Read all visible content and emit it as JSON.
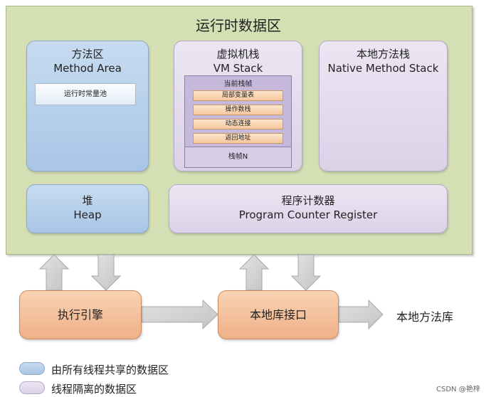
{
  "runtime_area": {
    "title": "运行时数据区"
  },
  "method_area": {
    "cn": "方法区",
    "en": "Method Area",
    "pool": "运行时常量池"
  },
  "vm_stack": {
    "cn": "虚拟机栈",
    "en": "VM Stack",
    "current_frame": "当前栈帧",
    "slots": [
      "局部变量表",
      "操作数栈",
      "动态连接",
      "返回地址"
    ],
    "frame_n": "栈帧N"
  },
  "native_stack": {
    "cn": "本地方法栈",
    "en": "Native Method Stack"
  },
  "heap": {
    "cn": "堆",
    "en": "Heap"
  },
  "pc_register": {
    "cn": "程序计数器",
    "en": "Program Counter Register"
  },
  "execution_engine": {
    "label": "执行引擎"
  },
  "native_interface": {
    "label": "本地库接口"
  },
  "native_library": {
    "label": "本地方法库"
  },
  "legend": [
    {
      "label": "由所有线程共享的数据区",
      "color": "#b5cfea"
    },
    {
      "label": "线程隔离的数据区",
      "color": "#e3dcef"
    }
  ],
  "watermark": "CSDN @艳梓"
}
